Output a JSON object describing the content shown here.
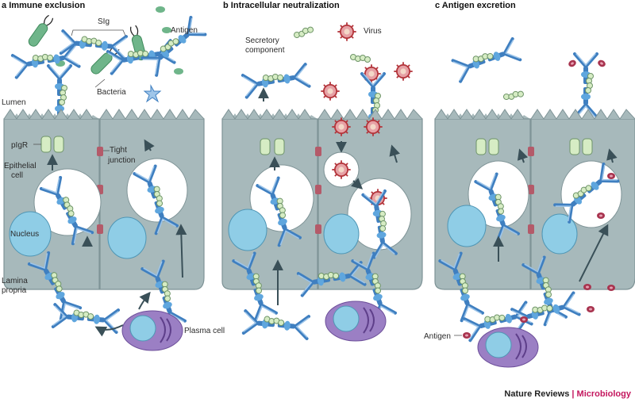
{
  "panels": [
    {
      "letter": "a",
      "title": "Immune exclusion"
    },
    {
      "letter": "b",
      "title": "Intracellular neutralization"
    },
    {
      "letter": "c",
      "title": "Antigen excretion"
    }
  ],
  "labels": {
    "sig": "SIg",
    "antigen": "Antigen",
    "bacteria": "Bacteria",
    "lumen": "Lumen",
    "pigr": "pIgR",
    "tight_junction_1": "Tight",
    "tight_junction_2": "junction",
    "epithelial_1": "Epithelial",
    "epithelial_2": "cell",
    "nucleus": "Nucleus",
    "lamina_1": "Lamina",
    "lamina_2": "propria",
    "plasma_cell": "Plasma cell",
    "secretory_1": "Secretory",
    "secretory_2": "component",
    "virus": "Virus",
    "antigen_c": "Antigen"
  },
  "credit": {
    "journal": "Nature Reviews",
    "separator": "|",
    "section": "Microbiology"
  },
  "colors": {
    "cell": "#a7b9bb",
    "cell_edge": "#7e9396",
    "vesicle": "#ffffff",
    "nucleus": "#8fcde6",
    "plasma": "#9b7fc4",
    "sc": "#d6ecc4",
    "ab_blue": "#3f7fc0",
    "bacteria": "#6fb58a",
    "virus_red": "#b3343a",
    "antigen_red": "#a8344f",
    "junction": "#b45a69",
    "arrow": "#3a5058",
    "accent": "#c4165e"
  }
}
